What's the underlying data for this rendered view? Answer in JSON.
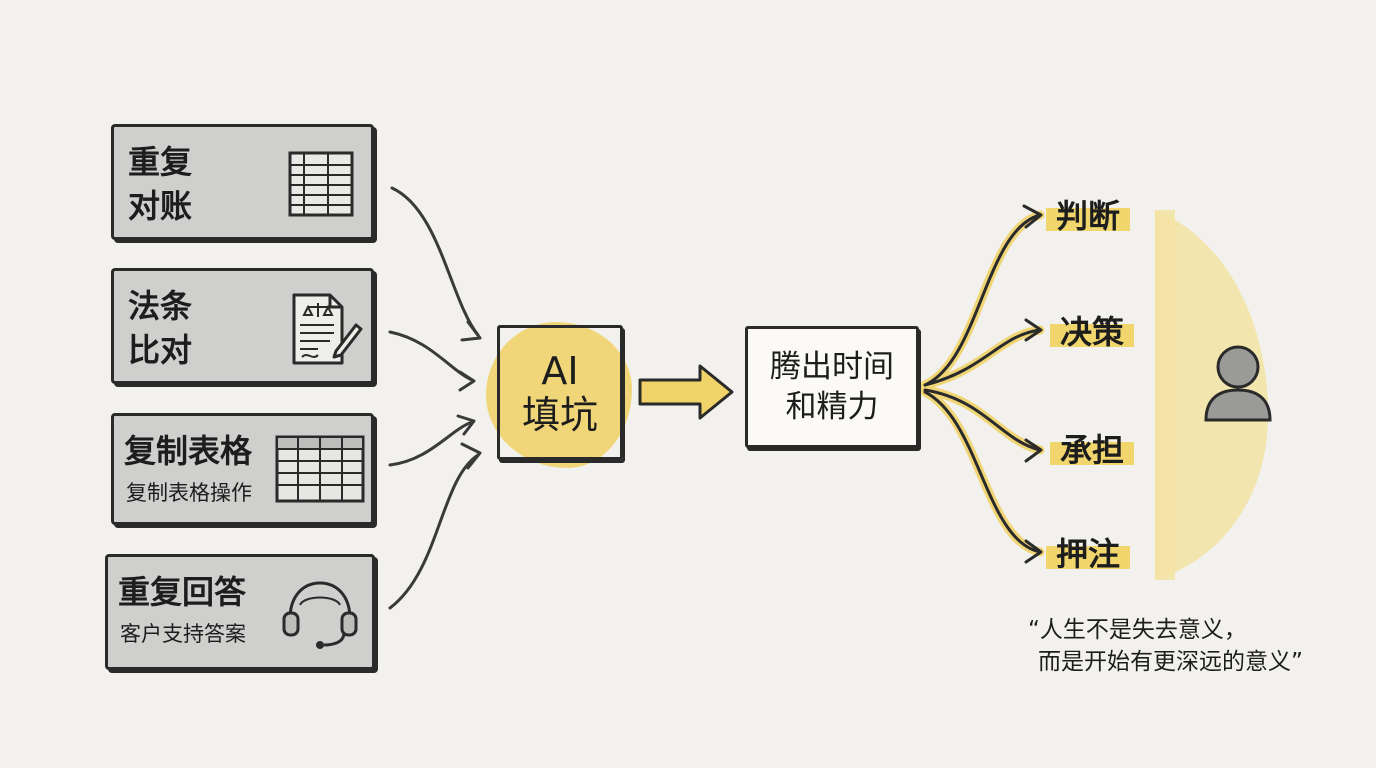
{
  "tasks": [
    {
      "title_line1": "重复",
      "title_line2": "对账",
      "icon": "spreadsheet-icon"
    },
    {
      "title_line1": "法条",
      "title_line2": "比对",
      "icon": "legal-document-icon"
    },
    {
      "title": "复制表格",
      "subtitle": "复制表格操作",
      "icon": "table-grid-icon"
    },
    {
      "title": "重复回答",
      "subtitle": "客户支持答案",
      "icon": "headset-icon"
    }
  ],
  "ai_box": {
    "label": "AI\n填坑"
  },
  "freed_box": {
    "label": "腾出时间\n和精力"
  },
  "outcomes": [
    "判断",
    "决策",
    "承担",
    "押注"
  ],
  "person": {
    "icon": "person-icon"
  },
  "quote": {
    "line1": "“人生不是失去意义，",
    "line2": "而是开始有更深远的意义”"
  },
  "colors": {
    "background": "#f2f1ed",
    "highlight": "#f0d36a",
    "task_fill": "#cfcfcd",
    "ink": "#2a2a2a"
  }
}
